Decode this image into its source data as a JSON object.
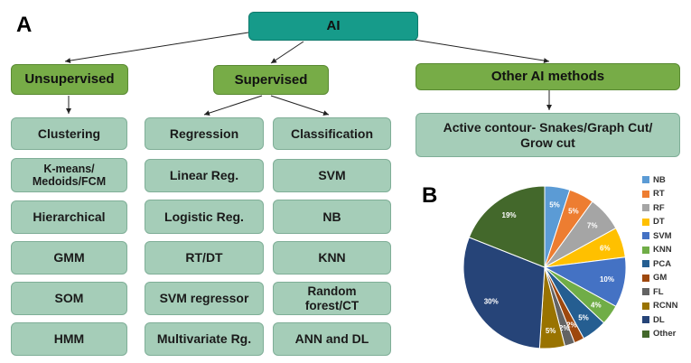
{
  "panel_a": "A",
  "panel_b": "B",
  "tree": {
    "root": "AI",
    "branches": {
      "unsupervised": "Unsupervised",
      "supervised": "Supervised",
      "other": "Other AI methods"
    },
    "unsupervised": {
      "header": "Clustering",
      "items": [
        "K-means/\nMedoids/FCM",
        "Hierarchical",
        "GMM",
        "SOM",
        "HMM"
      ]
    },
    "regression": {
      "header": "Regression",
      "items": [
        "Linear Reg.",
        "Logistic Reg.",
        "RT/DT",
        "SVM regressor",
        "Multivariate Rg."
      ]
    },
    "classification": {
      "header": "Classification",
      "items": [
        "SVM",
        "NB",
        "KNN",
        "Random\nforest/CT",
        "ANN and DL"
      ]
    },
    "other_methods": "Active contour- Snakes/Graph Cut/\nGrow cut"
  },
  "chart_data": {
    "type": "pie",
    "categories": [
      "NB",
      "RT",
      "RF",
      "DT",
      "SVM",
      "KNN",
      "PCA",
      "GM",
      "FL",
      "RCNN",
      "DL",
      "Other"
    ],
    "values": [
      5,
      5,
      7,
      6,
      10,
      4,
      5,
      2,
      2,
      5,
      30,
      19
    ],
    "labels": [
      "5%",
      "5%",
      "7%",
      "6%",
      "10%",
      "4%",
      "5%",
      "2%",
      "2%",
      "5%",
      "30%",
      "19%"
    ],
    "colors": [
      "#5b9bd5",
      "#ed7d31",
      "#a5a5a5",
      "#ffc000",
      "#4472c4",
      "#70ad47",
      "#255e91",
      "#9e480e",
      "#636363",
      "#997300",
      "#264478",
      "#43682b"
    ],
    "legend_position": "right",
    "start_angle_deg": 0,
    "direction": "clockwise"
  }
}
